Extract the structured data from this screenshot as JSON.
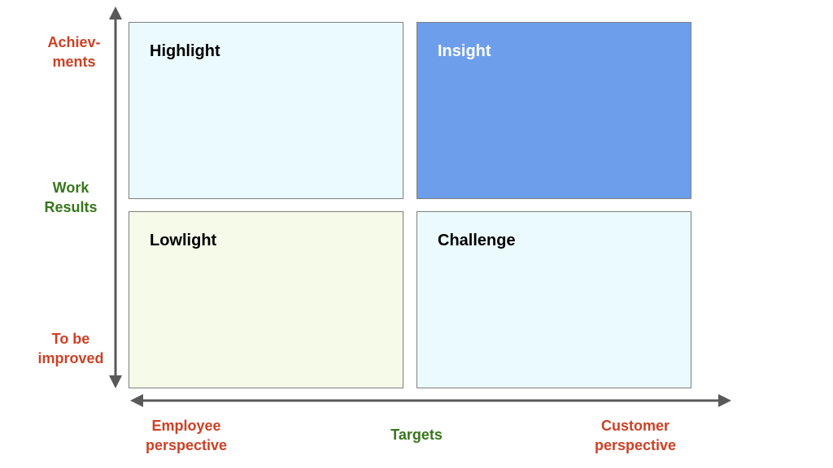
{
  "quadrants": {
    "top_left": "Highlight",
    "top_right": "Insight",
    "bottom_left": "Lowlight",
    "bottom_right": "Challenge"
  },
  "y_axis": {
    "top": "Achiev-\nments",
    "middle": "Work\nResults",
    "bottom": "To be\nimproved"
  },
  "x_axis": {
    "left": "Employee\nperspective",
    "middle": "Targets",
    "right": "Customer\nperspective"
  },
  "colors": {
    "accent_red": "#cc4125",
    "accent_green": "#38761d",
    "insight_fill": "#6d9eeb",
    "light_blue_fill": "#ebfbfd",
    "light_yellow_fill": "#f6fae9",
    "axis": "#595959"
  }
}
